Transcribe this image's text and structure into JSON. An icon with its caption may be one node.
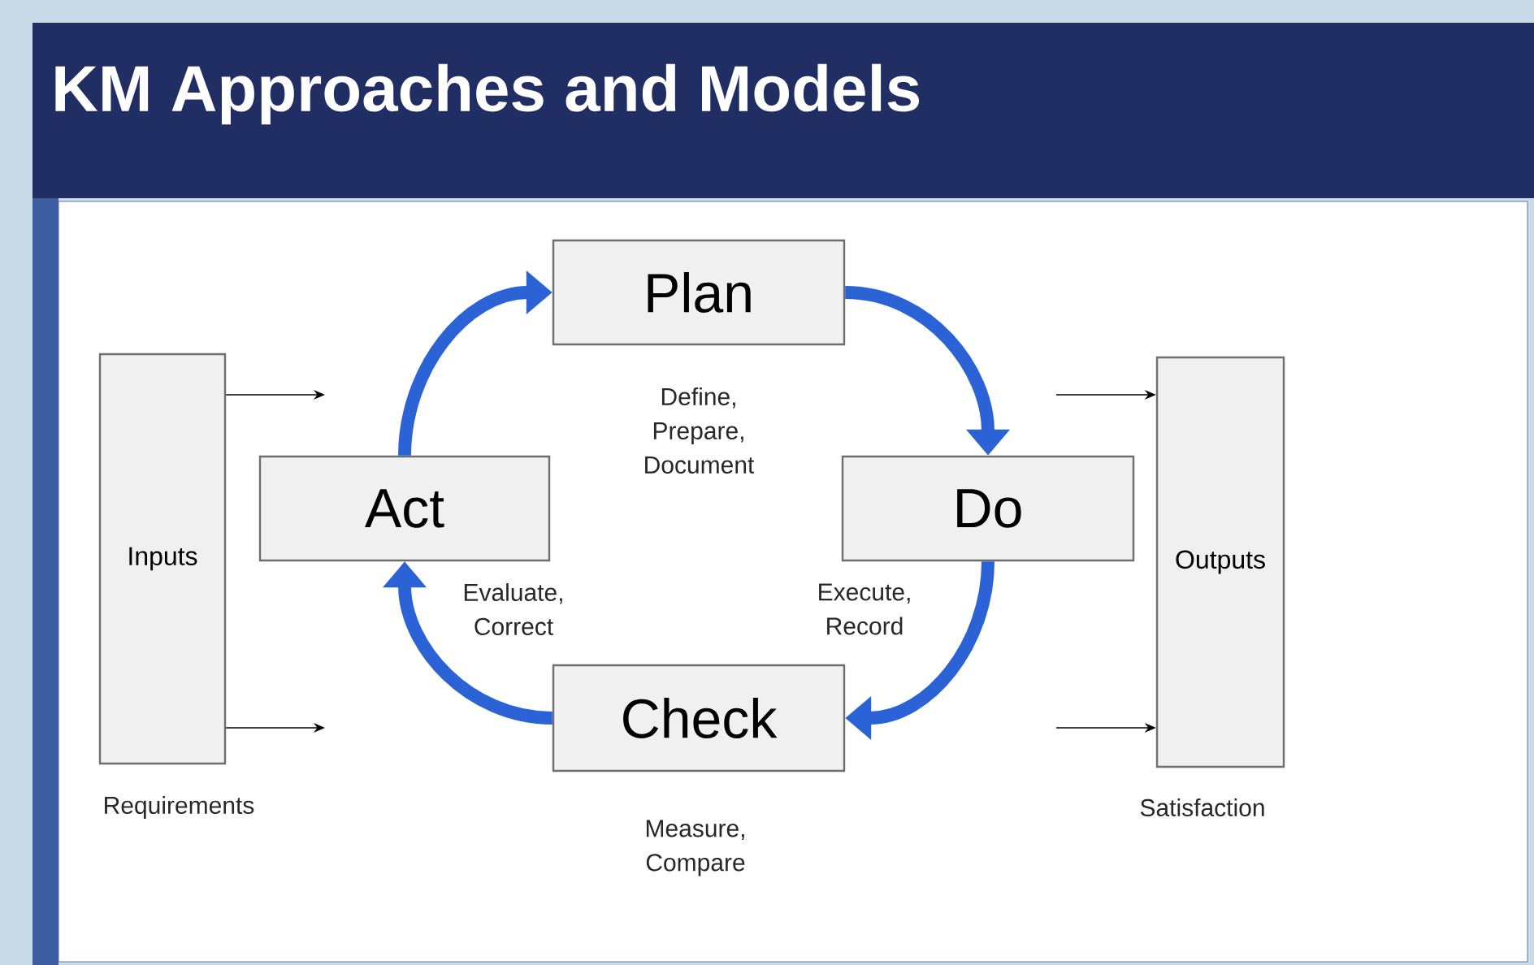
{
  "diagram": {
    "title": "KM Approaches and Models",
    "nodes": [
      {
        "text": [
          "Inputs"
        ],
        "beside": [
          "Requirements"
        ]
      },
      {
        "text": [
          "Plan"
        ],
        "beside": [
          "Define, Prepare, Document"
        ]
      },
      {
        "text": [
          "Act"
        ],
        "beside": [
          "Evaluate, Correct"
        ]
      },
      {
        "text": [
          "Do"
        ],
        "beside": [
          "Execute, Record"
        ]
      },
      {
        "text": [
          "Check"
        ],
        "beside": [
          "Measure, Compare"
        ]
      },
      {
        "text": [
          "Outputs"
        ],
        "beside": [
          "Satisfaction"
        ]
      }
    ],
    "edges": [
      {
        "from": 0,
        "to": null,
        "arrow": "to"
      },
      {
        "from": 0,
        "to": null,
        "arrow": "to"
      },
      {
        "from": 2,
        "to": 1,
        "arrow": "to",
        "style": "thick",
        "color": "#2b63d6"
      },
      {
        "from": 1,
        "to": 3,
        "arrow": "to",
        "style": "thick",
        "color": "#2b63d6"
      },
      {
        "from": 3,
        "to": 4,
        "arrow": "to",
        "style": "thick",
        "color": "#2b63d6"
      },
      {
        "from": 4,
        "to": 2,
        "arrow": "to",
        "style": "thick",
        "color": "#2b63d6"
      },
      {
        "from": null,
        "to": 5,
        "arrow": "to"
      },
      {
        "from": null,
        "to": 5,
        "arrow": "to"
      }
    ]
  }
}
